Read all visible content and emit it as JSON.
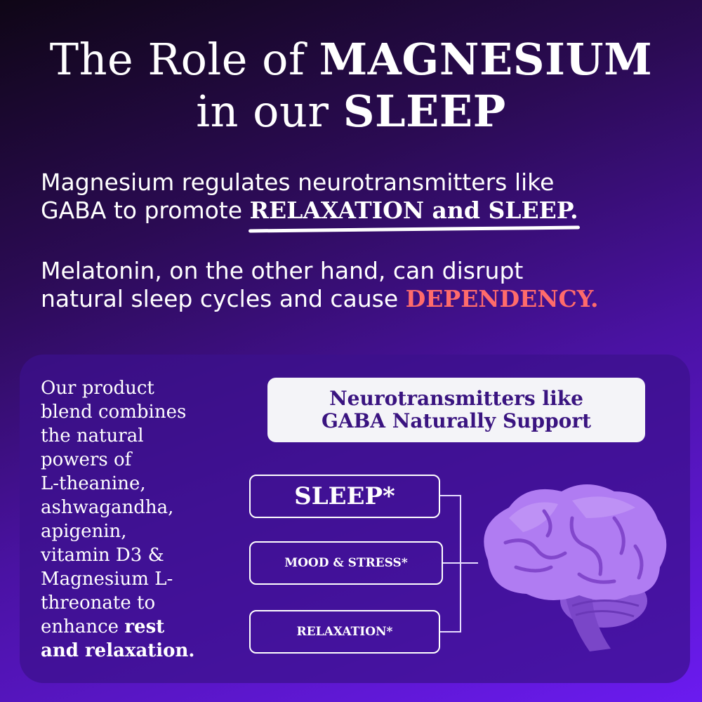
{
  "headline": {
    "line1_regular": "The Role of ",
    "line1_bold": "MAGNESIUM",
    "line2_regular": "in our ",
    "line2_bold": "SLEEP"
  },
  "magnesium_paragraph": {
    "line1": "Magnesium regulates neurotransmitters like",
    "line2_prefix": "GABA to promote ",
    "emphasis": "RELAXATION and SLEEP."
  },
  "melatonin_paragraph": {
    "line1": "Melatonin, on the other hand, can disrupt",
    "line2_prefix": "natural sleep cycles and cause ",
    "emphasis": "DEPENDENCY."
  },
  "blend": {
    "lines": [
      "Our product",
      "blend combines",
      "the natural",
      "powers of",
      "L-theanine,",
      "ashwagandha,",
      "apigenin,",
      "vitamin D3 &",
      "Magnesium L-",
      "threonate to"
    ],
    "last_prefix": "enhance ",
    "bold_1": "rest",
    "bold_2": "and relaxation."
  },
  "support_box": {
    "line1": "Neurotransmitters like",
    "line2": "GABA Naturally Support"
  },
  "benefits": {
    "sleep": "SLEEP*",
    "mood": "MOOD & STRESS*",
    "relaxation": "RELAXATION*"
  },
  "icons": {
    "brain": "brain-icon"
  },
  "colors": {
    "danger_text": "#ff6b6b",
    "support_text": "#3a1480",
    "brain_fill": "#b07cf2"
  }
}
